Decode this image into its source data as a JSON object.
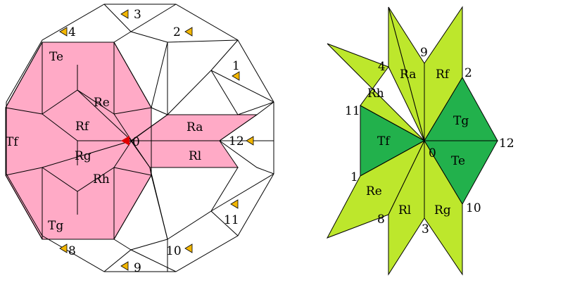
{
  "colors": {
    "pink_region": "#ffaac6",
    "lime_piece": "#bde72c",
    "green_piece": "#22b14c",
    "marker": "#f2b600",
    "center_marker": "#e00000",
    "line": "#000000"
  },
  "left_figure": {
    "center_label": "0",
    "tiles": [
      {
        "id": "Te",
        "label": "Te"
      },
      {
        "id": "Tf",
        "label": "Tf"
      },
      {
        "id": "Tg",
        "label": "Tg"
      },
      {
        "id": "Re",
        "label": "Re"
      },
      {
        "id": "Rf",
        "label": "Rf"
      },
      {
        "id": "Rg",
        "label": "Rg"
      },
      {
        "id": "Rh",
        "label": "Rh"
      },
      {
        "id": "Ra",
        "label": "Ra"
      },
      {
        "id": "Rl",
        "label": "Rl"
      }
    ],
    "vertex_numbers": [
      "1",
      "2",
      "3",
      "4",
      "8",
      "9",
      "10",
      "11",
      "12"
    ]
  },
  "right_figure": {
    "center_label": "0",
    "pieces": [
      {
        "id": "Ra",
        "label": "Ra"
      },
      {
        "id": "Rf",
        "label": "Rf"
      },
      {
        "id": "Rh",
        "label": "Rh"
      },
      {
        "id": "Tf",
        "label": "Tf"
      },
      {
        "id": "Tg",
        "label": "Tg"
      },
      {
        "id": "Te",
        "label": "Te"
      },
      {
        "id": "Re",
        "label": "Re"
      },
      {
        "id": "Rl",
        "label": "Rl"
      },
      {
        "id": "Rg",
        "label": "Rg"
      }
    ],
    "point_numbers": [
      "1",
      "2",
      "3",
      "4",
      "8",
      "9",
      "10",
      "11",
      "12"
    ]
  }
}
